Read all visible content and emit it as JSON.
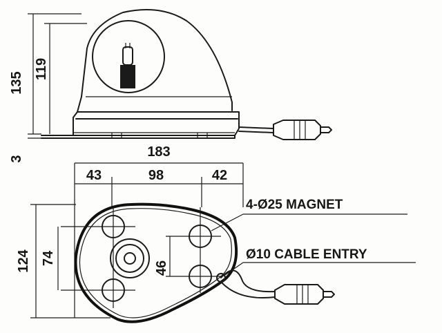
{
  "dimensions": {
    "overall_height": "135",
    "body_height": "119",
    "base_thickness": "3",
    "overall_length": "183",
    "left_segment": "43",
    "middle_segment": "98",
    "right_segment": "42",
    "base_width": "124",
    "magnet_spacing_left": "74",
    "magnet_spacing_right": "46"
  },
  "labels": {
    "magnet": "4-Ø25 MAGNET",
    "cable_entry": "Ø10 CABLE ENTRY"
  }
}
